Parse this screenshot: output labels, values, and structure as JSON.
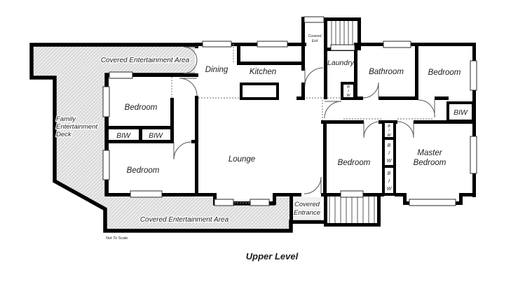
{
  "plan": {
    "title": "Upper Level",
    "scale_note": "Not To Scale",
    "deck": {
      "top_area": "Covered Entertainment Area",
      "bottom_area": "Covered Entertainment Area",
      "family_deck_lines": [
        "Family",
        "Entertainment",
        "Deck"
      ],
      "entrance_lines": [
        "Covered",
        "Entrance"
      ],
      "exit_lines": [
        "Covered",
        "Exit"
      ]
    },
    "rooms": {
      "dining": "Dining",
      "kitchen": "Kitchen",
      "laundry": "Laundry",
      "bathroom": "Bathroom",
      "bedroom_top_right": "Bedroom",
      "bedroom_top_left": "Bedroom",
      "bedroom_bottom_left": "Bedroom",
      "bedroom_middle": "Bedroom",
      "master_lines": [
        "Master",
        "Bedroom"
      ],
      "lounge": "Lounge"
    },
    "wardrobes": {
      "biw": "BIW",
      "letters": [
        "B",
        "I",
        "W"
      ]
    }
  }
}
